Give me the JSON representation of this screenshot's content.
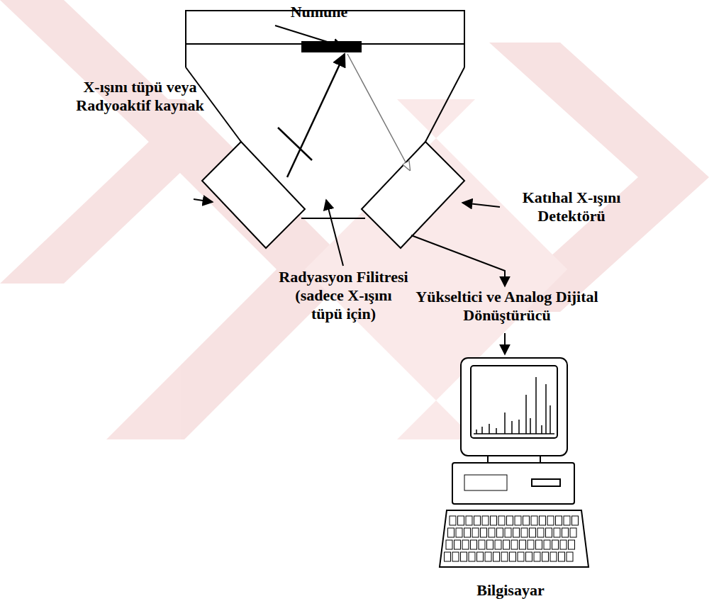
{
  "diagram": {
    "labels": [
      "Numune",
      "X-ışını tüpü veya Radyoaktif kaynak",
      "Radyasyon Filitresi (sadece X-ışını tüpü için)",
      "Katıhal X-ışını Detektörü",
      "Yükseltici ve Analog Dijital Dönüştürücü",
      "Bilgisayar"
    ]
  }
}
